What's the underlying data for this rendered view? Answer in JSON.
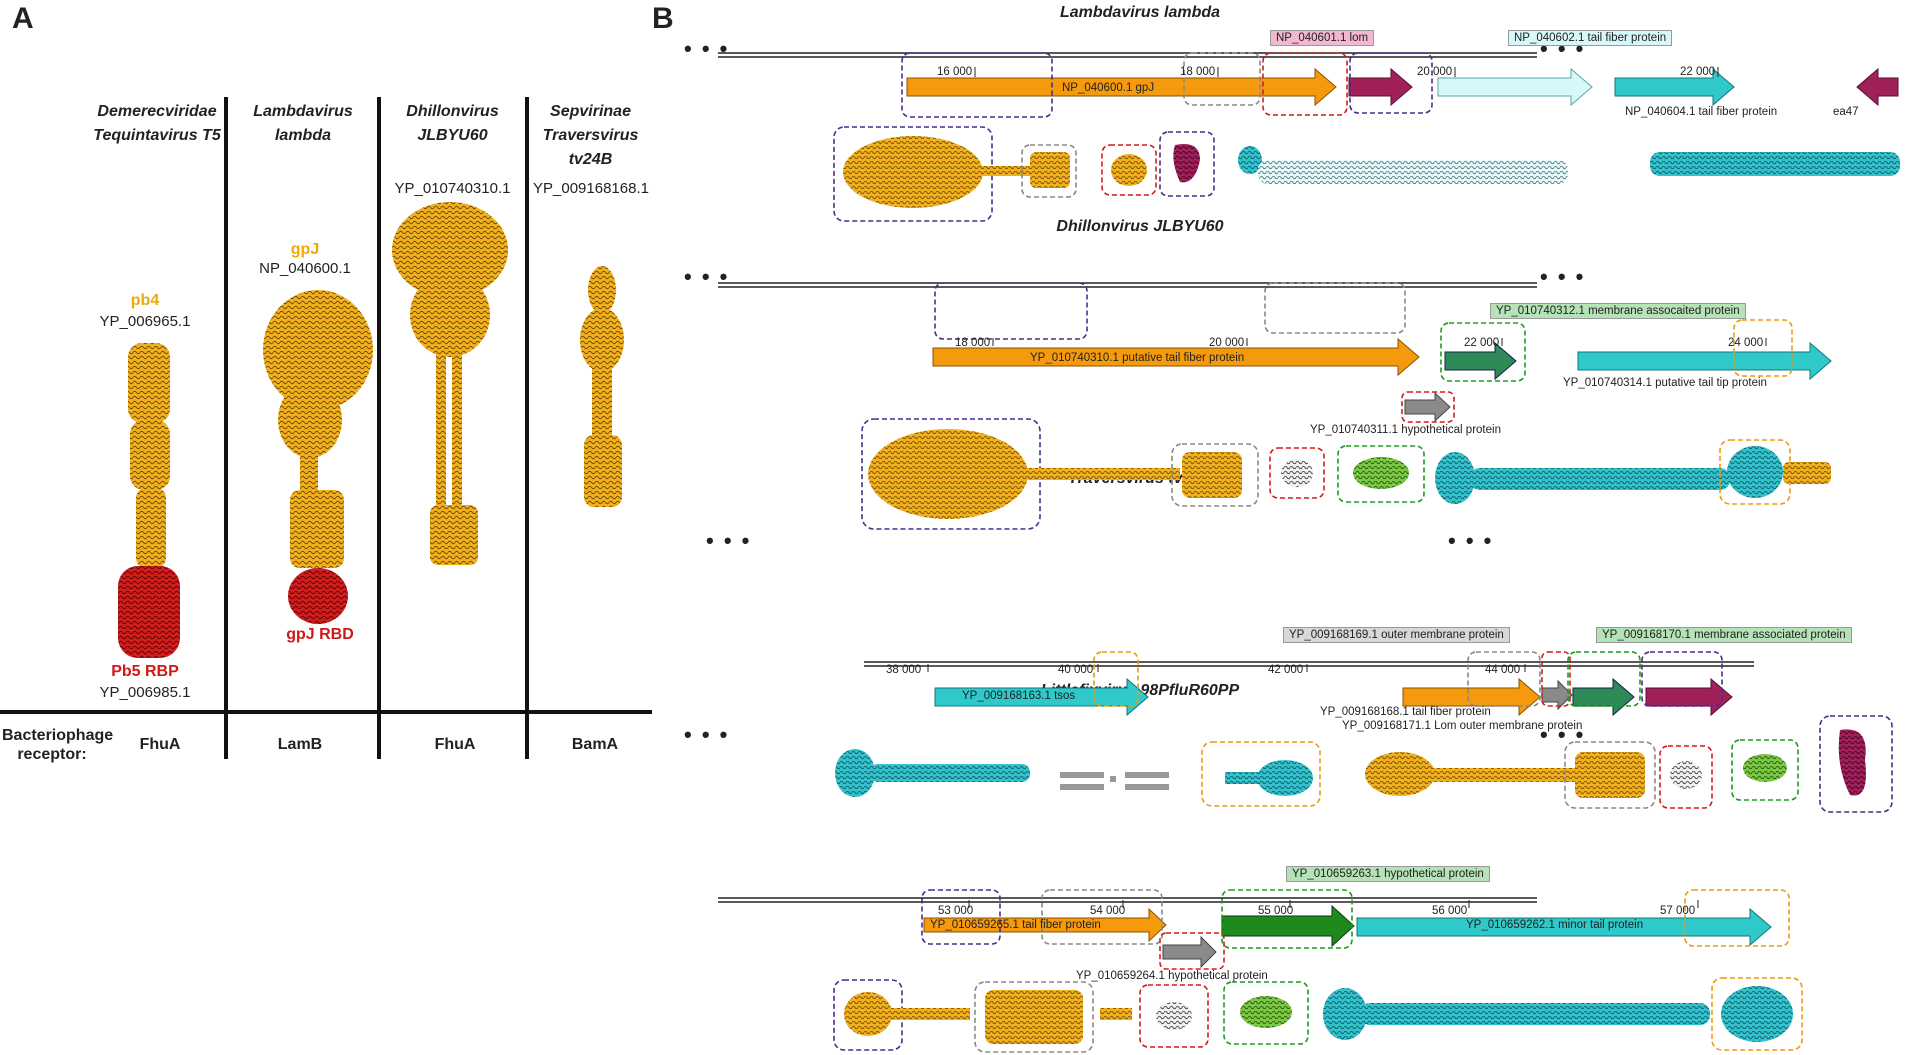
{
  "panelA": {
    "letter": "A",
    "columns": [
      {
        "title1": "Demerecviridae",
        "title2": "Tequintavirus T5",
        "accession_top": "YP_006965.1",
        "gene": "pb4",
        "rbp": "Pb5 RBP",
        "accession_bottom": "YP_006985.1",
        "receptor": "FhuA"
      },
      {
        "title1": "Lambdavirus",
        "title2": "lambda",
        "accession_top": "NP_040600.1",
        "gene": "gpJ",
        "rbp": "gpJ RBD",
        "receptor": "LamB"
      },
      {
        "title1": "Dhillonvirus",
        "title2": "JLBYU60",
        "accession_top": "YP_010740310.1",
        "receptor": "FhuA"
      },
      {
        "title1": "Sepvirinae",
        "title2": "Traversvirus tv24B",
        "accession_top": "YP_009168168.1",
        "receptor": "BamA"
      }
    ],
    "receptor_label_line1": "Bacteriophage",
    "receptor_label_line2": "receptor:"
  },
  "panelB": {
    "letter": "B",
    "dots": "• • •",
    "sections": [
      {
        "title": "Lambdavirus lambda",
        "ticks": [
          "16 000",
          "18 000",
          "20 000",
          "22 000"
        ],
        "genes": [
          {
            "label": "NP_040600.1 gpJ",
            "color": "#f59a0c"
          },
          {
            "label": "NP_040601.1 lom",
            "color": "#a0205a",
            "tag_color": "#f2b8d0"
          },
          {
            "label": "NP_040602.1 tail fiber protein",
            "color": "#d8f7fa",
            "tag_color": "#d8f7fa"
          },
          {
            "label": "NP_040604.1 tail fiber protein",
            "color": "#2fc9c9"
          },
          {
            "label": "ea47",
            "color": "#a0205a"
          }
        ]
      },
      {
        "title": "Dhillonvirus JLBYU60",
        "ticks": [
          "18 000",
          "20 000",
          "22 000",
          "24 000"
        ],
        "genes": [
          {
            "label": "YP_010740310.1 putative tail fiber protein",
            "color": "#f59a0c"
          },
          {
            "label": "YP_010740311.1 hypothetical protein",
            "color": "#8a8a8a"
          },
          {
            "label": "YP_010740312.1 membrane assocaited protein",
            "color": "#2e8b57",
            "tag_color": "#b6e2b8"
          },
          {
            "label": "YP_010740314.1 putative tail tip protein",
            "color": "#2fc9c9"
          }
        ]
      },
      {
        "title": "Traversvirus tv24B",
        "ticks": [
          "38 000",
          "40 000",
          "42 000",
          "44 000"
        ],
        "genes": [
          {
            "label": "YP_009168163.1 tsos",
            "color": "#2fc9c9"
          },
          {
            "label": "YP_009168169.1 outer membrane protein",
            "color": "#8a8a8a",
            "tag_color": "#d8d8d8"
          },
          {
            "label": "YP_009168170.1 membrane associated protein",
            "color": "#2e8b57",
            "tag_color": "#b6e2b8"
          },
          {
            "label": "YP_009168168.1 tail fiber protein",
            "color": "#f59a0c"
          },
          {
            "label": "YP_009168171.1 Lom outer membrane protein",
            "color": "#a0205a"
          }
        ]
      },
      {
        "title": "Littlefixvirus 98PfluR60PP",
        "ticks": [
          "53 000",
          "54 000",
          "55 000",
          "56 000",
          "57 000"
        ],
        "genes": [
          {
            "label": "YP_010659265.1 tail fiber protein",
            "color": "#f59a0c"
          },
          {
            "label": "YP_010659264.1 hypothetical protein",
            "color": "#8a8a8a"
          },
          {
            "label": "YP_010659263.1 hypothetical protein",
            "color": "#1e8a1e",
            "tag_color": "#b6e2b8"
          },
          {
            "label": "YP_010659262.1 minor tail protein",
            "color": "#2fc9c9"
          }
        ]
      }
    ]
  }
}
